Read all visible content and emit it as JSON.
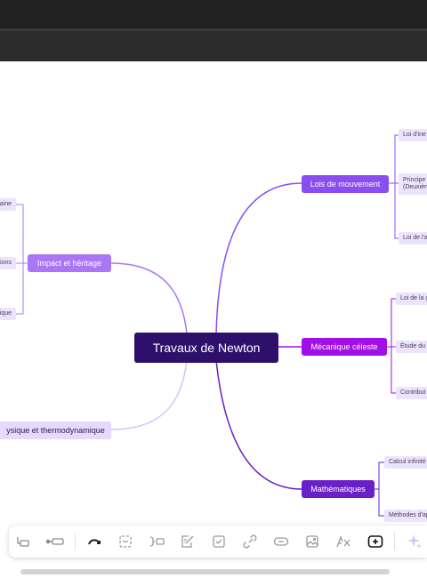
{
  "mindmap": {
    "root": "Travaux de Newton",
    "branches": {
      "lois": {
        "label": "Lois de mouvement",
        "color": "#8a4df0",
        "leaves": [
          "Loi d'ine",
          "Principe\n(Deuxièn",
          "Loi de l'a"
        ]
      },
      "mecanique": {
        "label": "Mécanique céleste",
        "color": "#a10ee6",
        "leaves": [
          "Loi de la g",
          "Étude du",
          "Contribut"
        ]
      },
      "maths": {
        "label": "Mathématiques",
        "color": "#6a20c8",
        "leaves": [
          "Calcul infinité",
          "Méthodes d'ap"
        ]
      },
      "impact": {
        "label": "Impact et héritage",
        "color": "#a977f5",
        "leaves": [
          "raine",
          "tions",
          "ique"
        ]
      },
      "physique": {
        "label": "ysique et thermodynamique",
        "color": "#d6c3fb"
      }
    }
  },
  "colors": {
    "root_bg": "#2e0f6b",
    "leaf_bg": "#ece4fb",
    "toolbar_icon": "#9a9a9a"
  },
  "toolbar": {
    "icons": [
      "layout-left-icon",
      "add-sibling-node-icon",
      "curve-connector-icon",
      "boundary-icon",
      "summary-icon",
      "note-icon",
      "checkbox-task-icon",
      "link-icon",
      "relationship-icon",
      "image-icon",
      "clear-format-icon",
      "add-block-icon",
      "ai-sparkle-icon"
    ]
  }
}
